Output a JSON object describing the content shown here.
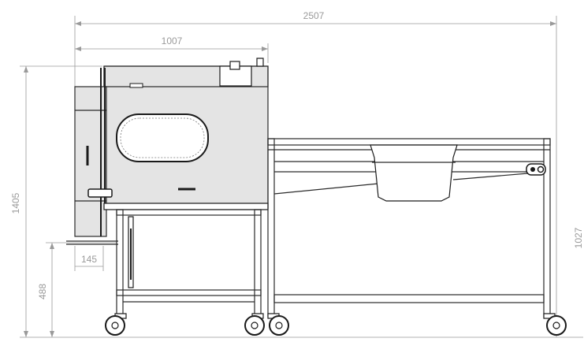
{
  "drawing": {
    "dimensions": {
      "overall_length": "2507",
      "machine_length": "1007",
      "overall_height": "1405",
      "inlet_height": "488",
      "inlet_offset": "145",
      "conveyor_height": "1027"
    },
    "colors": {
      "line": "#2a2a2a",
      "dimension": "#9a9a9a",
      "body_fill": "#e4e4e4",
      "background": "#ffffff"
    }
  }
}
